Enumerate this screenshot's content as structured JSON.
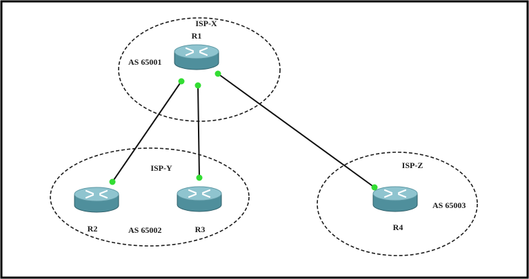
{
  "colors": {
    "frame": "#000000",
    "zone_border": "#1a1a1a",
    "link": "#111111",
    "link_endpoint": "#33dd33",
    "router_body": "#4f8f9c",
    "router_top": "#8fc4cf",
    "router_arrows": "#ffffff"
  },
  "zones": [
    {
      "id": "isp-x",
      "title": "ISP-X",
      "as_label": "AS 65001"
    },
    {
      "id": "isp-y",
      "title": "ISP-Y",
      "as_label": "AS 65002"
    },
    {
      "id": "isp-z",
      "title": "ISP-Z",
      "as_label": "AS 65003"
    }
  ],
  "routers": [
    {
      "id": "r1",
      "label": "R1",
      "zone": "isp-x",
      "icon": "router-icon"
    },
    {
      "id": "r2",
      "label": "R2",
      "zone": "isp-y",
      "icon": "router-icon"
    },
    {
      "id": "r3",
      "label": "R3",
      "zone": "isp-y",
      "icon": "router-icon"
    },
    {
      "id": "r4",
      "label": "R4",
      "zone": "isp-z",
      "icon": "router-icon"
    }
  ],
  "links": [
    {
      "id": "r1-r2",
      "from": "r1",
      "to": "r2"
    },
    {
      "id": "r1-r3",
      "from": "r1",
      "to": "r3"
    },
    {
      "id": "r1-r4",
      "from": "r1",
      "to": "r4"
    }
  ]
}
